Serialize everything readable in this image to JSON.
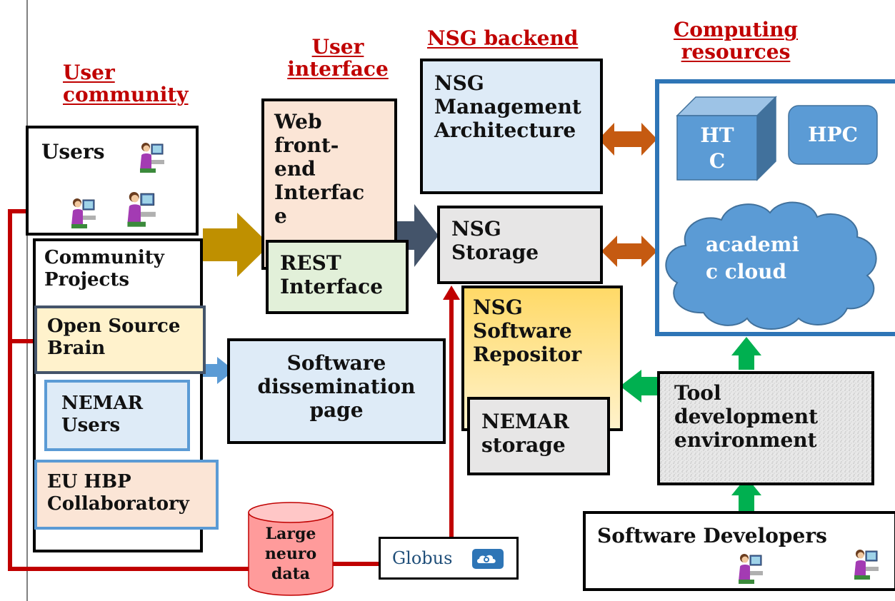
{
  "headings": {
    "user_community": [
      "User",
      "community"
    ],
    "user_interface": [
      "User",
      "interface"
    ],
    "nsg_backend": [
      "NSG backend"
    ],
    "computing_resources": [
      "Computing",
      "resources"
    ]
  },
  "community": {
    "users": "Users",
    "community_projects": [
      "Community",
      "Projects"
    ],
    "open_source_brain": [
      "Open Source",
      "Brain"
    ],
    "nemar_users": [
      "NEMAR",
      "Users"
    ],
    "eu_hbp": [
      "EU HBP",
      "Collaboratory"
    ]
  },
  "interface": {
    "web_frontend": [
      "Web",
      "front-",
      "end",
      "Interfac",
      "e"
    ],
    "rest": [
      "REST",
      "Interface"
    ],
    "software_dissemination": [
      "Software",
      "dissemination",
      "page"
    ]
  },
  "backend": {
    "management": [
      "NSG",
      "Management",
      "Architecture"
    ],
    "storage": [
      "NSG",
      "Storage"
    ],
    "software_repo": [
      "NSG",
      "Software",
      "Repositor"
    ],
    "nemar_storage": [
      "NEMAR",
      "storage"
    ]
  },
  "computing": {
    "htc": [
      "HT",
      "C"
    ],
    "hpc": "HPC",
    "cloud": [
      "academi",
      "c cloud"
    ]
  },
  "tools": {
    "tool_dev": [
      "Tool",
      "development",
      "environment"
    ],
    "software_developers": "Software Developers"
  },
  "data": {
    "large_neuro": [
      "Large",
      "neuro",
      "data"
    ],
    "globus": "Globus"
  },
  "colors": {
    "heading_red": "#c00000",
    "line_red": "#c00000",
    "gold_arrow": "#bf9000",
    "slate_arrow": "#44546a",
    "orange_arrow": "#c55a11",
    "blue_arrow": "#5b9bd5",
    "green_arrow": "#00b050",
    "peach_fill": "#fbe5d6",
    "light_blue_fill": "#deebf7",
    "light_green_fill": "#e2f0d9",
    "light_yellow_fill": "#fff2cc",
    "gray_fill": "#e7e6e6",
    "cloud_blue": "#5b9bd5"
  },
  "icons": [
    "person-at-computer-icon",
    "globus-logo-icon"
  ]
}
